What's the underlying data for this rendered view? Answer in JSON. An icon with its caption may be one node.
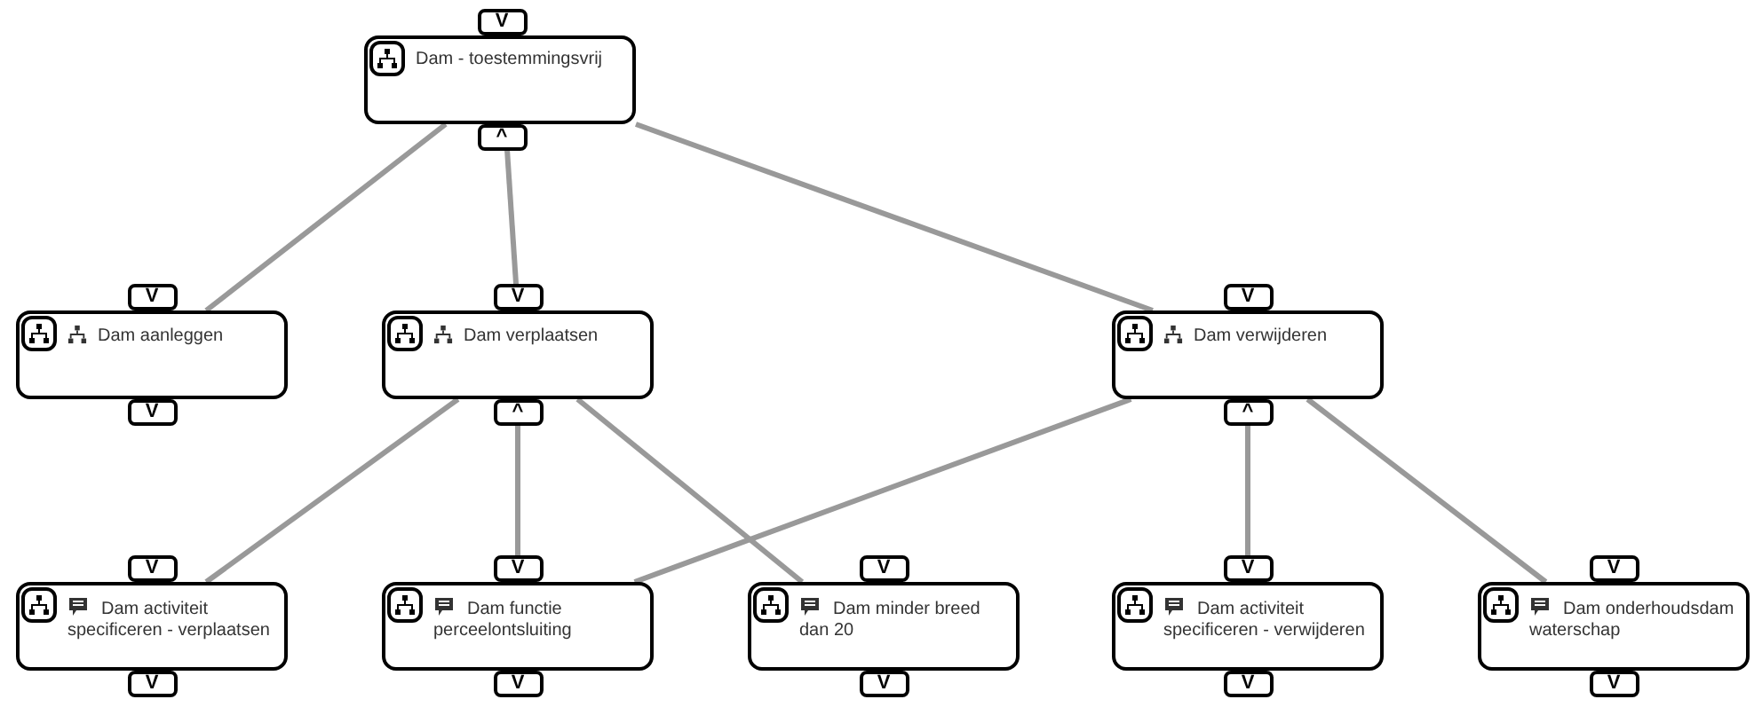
{
  "diagram": {
    "nodes": [
      {
        "text": [
          "Dam - toestemmingsvrij"
        ],
        "beside": [
          "V",
          "^"
        ]
      },
      {
        "text": [
          "Dam aanleggen"
        ],
        "beside": [
          "V",
          "V"
        ]
      },
      {
        "text": [
          "Dam verplaatsen"
        ],
        "beside": [
          "V",
          "^"
        ]
      },
      {
        "text": [
          "Dam verwijderen"
        ],
        "beside": [
          "V",
          "^"
        ]
      },
      {
        "text": [
          "Dam activiteit specificeren - verplaatsen"
        ],
        "beside": [
          "V",
          "V"
        ]
      },
      {
        "text": [
          "Dam functie perceelontsluiting"
        ],
        "beside": [
          "V",
          "V"
        ]
      },
      {
        "text": [
          "Dam minder breed dan 20"
        ],
        "beside": [
          "V",
          "V"
        ]
      },
      {
        "text": [
          "Dam activiteit specificeren - verwijderen"
        ],
        "beside": [
          "V",
          "V"
        ]
      },
      {
        "text": [
          "Dam onderhoudsdam waterschap"
        ],
        "beside": [
          "V",
          "V"
        ]
      }
    ],
    "edges": [
      {
        "from": 0,
        "to": 1,
        "arrow": "none"
      },
      {
        "from": 0,
        "to": 2,
        "arrow": "none"
      },
      {
        "from": 0,
        "to": 3,
        "arrow": "none"
      },
      {
        "from": 2,
        "to": 4,
        "arrow": "none"
      },
      {
        "from": 2,
        "to": 5,
        "arrow": "none"
      },
      {
        "from": 2,
        "to": 6,
        "arrow": "none"
      },
      {
        "from": 3,
        "to": 5,
        "arrow": "none"
      },
      {
        "from": 3,
        "to": 7,
        "arrow": "none"
      },
      {
        "from": 3,
        "to": 8,
        "arrow": "none"
      }
    ]
  }
}
